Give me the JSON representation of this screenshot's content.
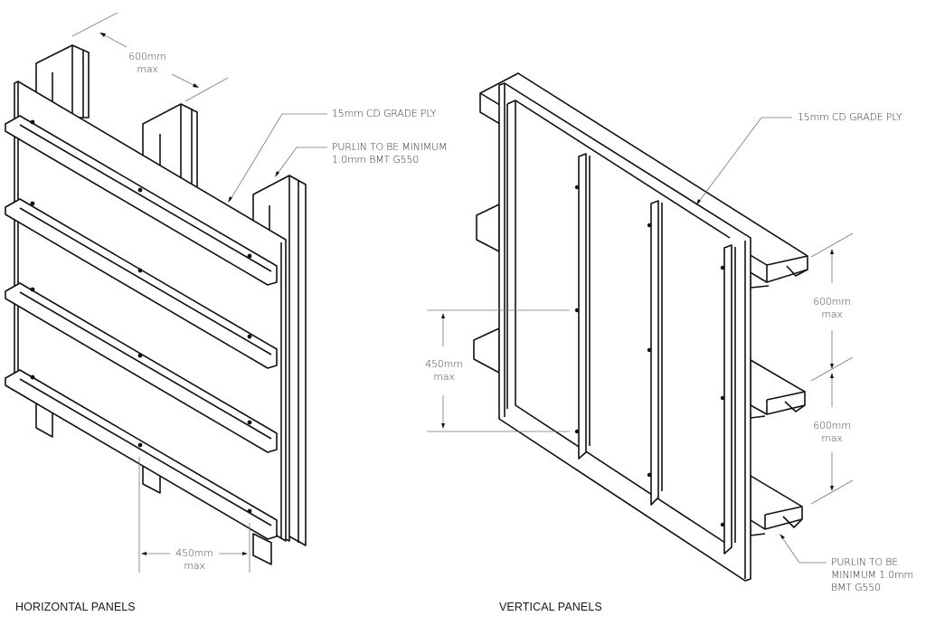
{
  "diagram": {
    "horizontal": {
      "title": "HORIZONTAL PANELS",
      "dim_top": {
        "value": "600mm",
        "unit_note": "max"
      },
      "dim_bottom": {
        "value": "450mm",
        "unit_note": "max"
      },
      "callout_ply": "15mm CD GRADE PLY",
      "callout_purlin_line1": "PURLIN TO BE MINIMUM",
      "callout_purlin_line2": "1.0mm BMT G550"
    },
    "vertical": {
      "title": "VERTICAL PANELS",
      "dim_left": {
        "value": "450mm",
        "unit_note": "max"
      },
      "dim_right_upper": {
        "value": "600mm",
        "unit_note": "max"
      },
      "dim_right_lower": {
        "value": "600mm",
        "unit_note": "max"
      },
      "callout_ply": "15mm CD GRADE PLY",
      "callout_purlin_line1": "PURLIN TO BE",
      "callout_purlin_line2": "MINIMUM 1.0mm",
      "callout_purlin_line3": "BMT G550"
    }
  },
  "colors": {
    "line": "#111111",
    "leader": "#777777",
    "background": "#ffffff"
  }
}
